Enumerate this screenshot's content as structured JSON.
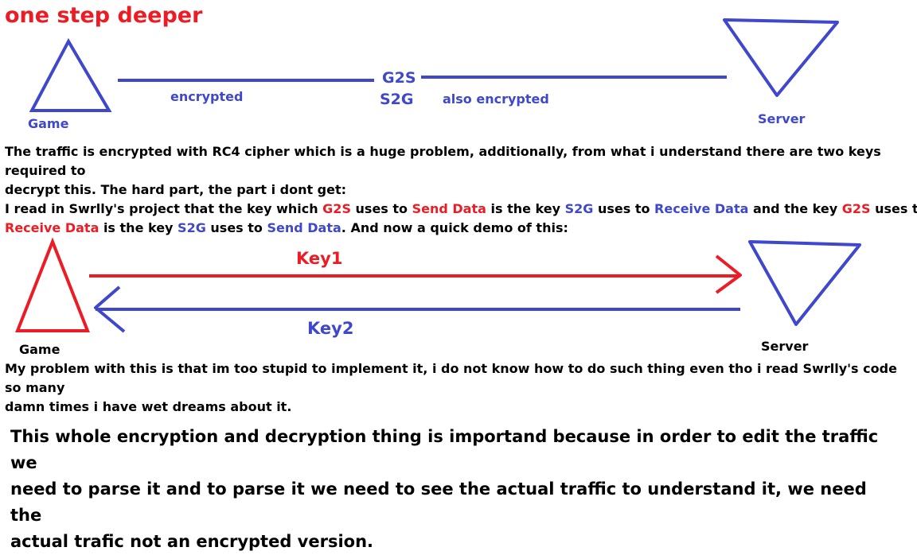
{
  "title": "one step deeper",
  "diagram1": {
    "game_label": "Game",
    "server_label": "Server",
    "left_link_label": "encrypted",
    "right_link_label": "also encrypted",
    "channel_top": "G2S",
    "channel_bottom": "S2G"
  },
  "paragraph1": {
    "line1": "The traffic is encrypted with RC4 cipher which is a huge problem, additionally, from what i understand there are two keys required to",
    "line2": "decrypt this. The hard part, the part i dont get:",
    "seg": [
      "I read in Swrlly's project that the key which ",
      "G2S",
      " uses to ",
      "Send Data",
      " is the key ",
      "S2G",
      " uses to ",
      "Receive Data",
      " and the key ",
      "G2S",
      " uses to",
      "Receive Data",
      " is the key ",
      "S2G",
      " uses to ",
      "Send Data",
      ". And now a quick demo of this:"
    ]
  },
  "diagram2": {
    "game_label": "Game",
    "server_label": "Server",
    "key1_label": "Key1",
    "key2_label": "Key2"
  },
  "paragraph2": {
    "line1": "My problem with this is that im too stupid to implement it, i do not know how to do such thing even tho i read Swrlly's code so many",
    "line2": "damn times i have wet dreams about it."
  },
  "paragraph3": {
    "line1": "This whole encryption and decryption thing is importand because in order to edit the traffic we",
    "line2": "need to parse it and to parse it we need to see the actual traffic to understand it, we need the",
    "line3": "actual trafic not an encrypted version."
  },
  "colors": {
    "red": "#ed1c24",
    "blue": "#3f48cc",
    "black": "#000000"
  }
}
